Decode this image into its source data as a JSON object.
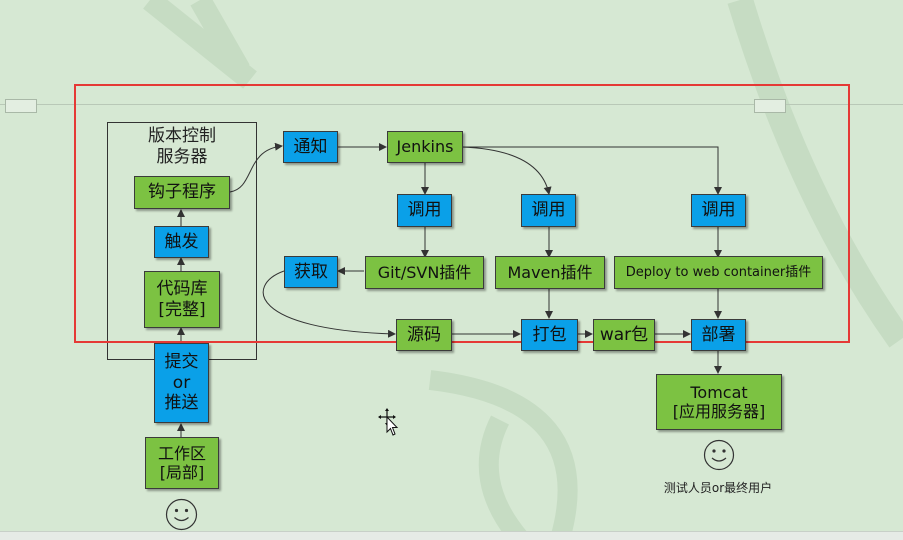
{
  "vcs": {
    "title": "版本控制\n服务器"
  },
  "nodes": {
    "hook": "钩子程序",
    "trigger": "触发",
    "repo": "代码库\n[完整]",
    "commit": "提交\nor\n推送",
    "workspace": "工作区\n[局部]",
    "notify": "通知",
    "jenkins": "Jenkins",
    "call_git": "调用",
    "call_maven": "调用",
    "call_deploy": "调用",
    "fetch": "获取",
    "git_plugin": "Git/SVN插件",
    "maven_plugin": "Maven插件",
    "deploy_plugin": "Deploy to web container插件",
    "source": "源码",
    "package": "打包",
    "war": "war包",
    "deploy": "部署",
    "tomcat": "Tomcat\n[应用服务器]"
  },
  "labels": {
    "testers": "测试人员or最终用户"
  },
  "colors": {
    "green": "#7cc242",
    "blue": "#0aa0e8",
    "selection": "#e53935",
    "background": "#d6e8d3"
  },
  "icons": {
    "smiley": "smiley-face-icon",
    "cursor": "move-cursor-icon"
  }
}
